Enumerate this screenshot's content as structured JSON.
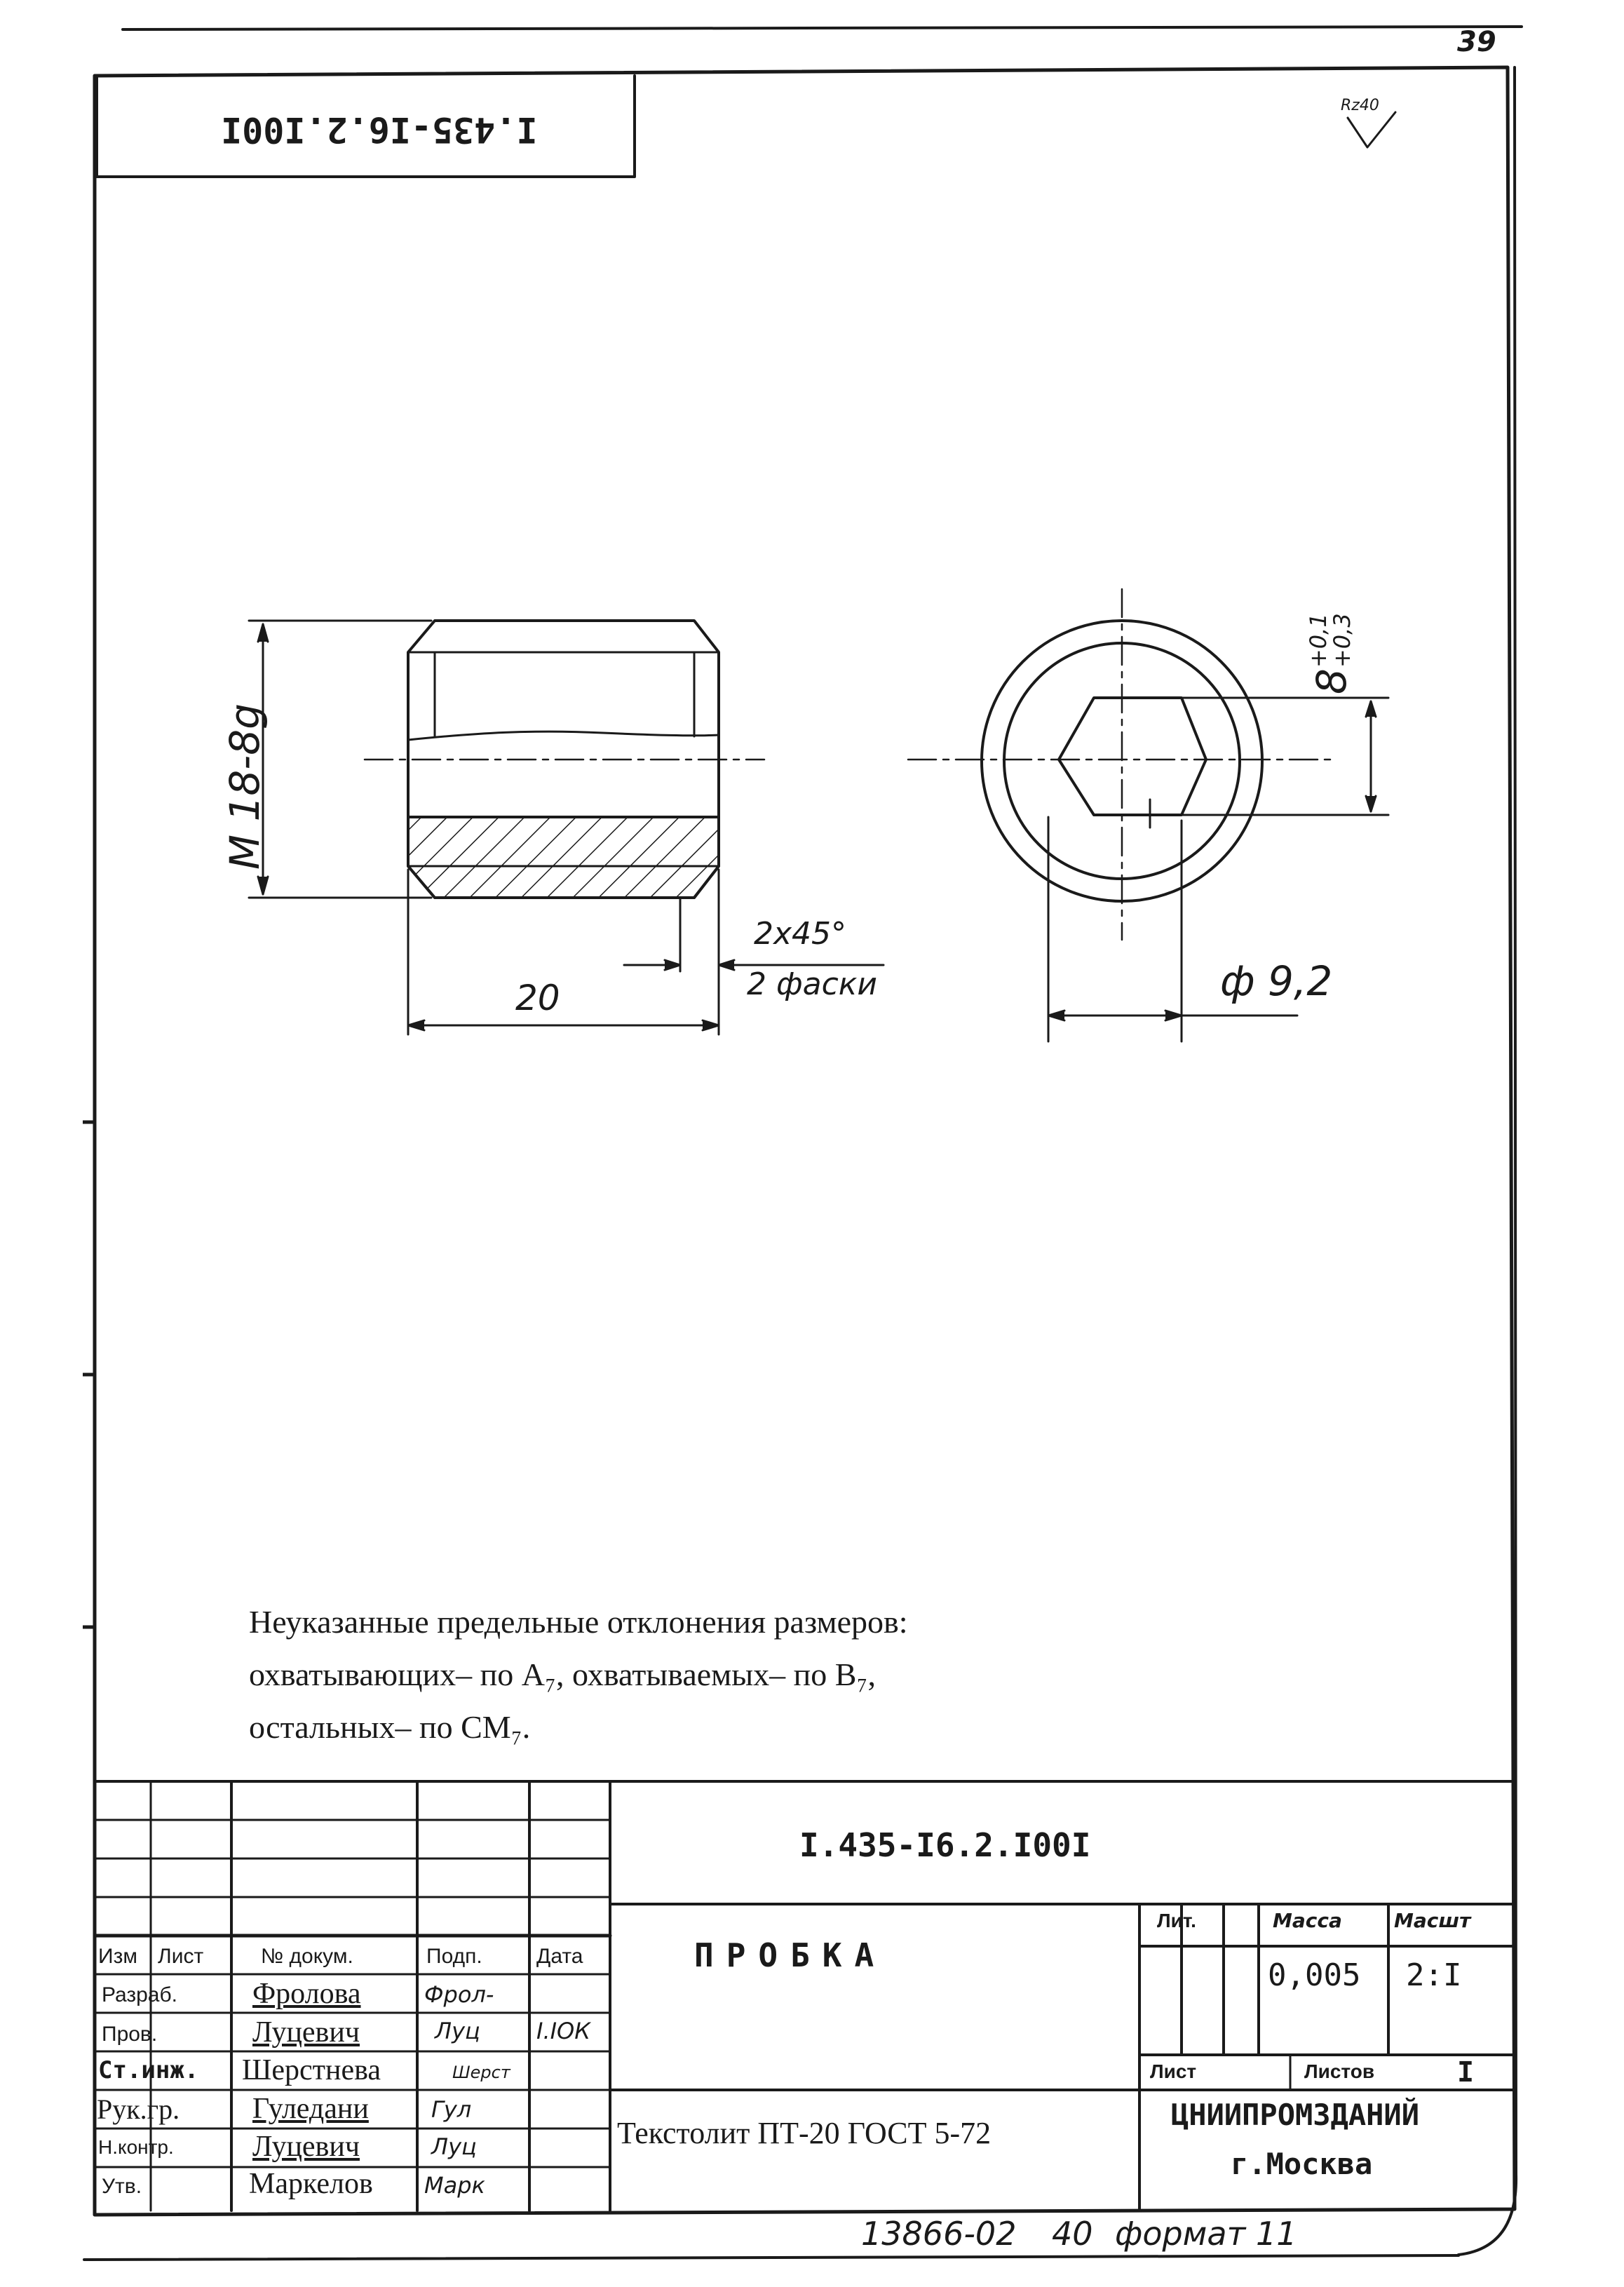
{
  "page_number": "39",
  "corner_stamp": "I.435-I6.2.I00I",
  "roughness": "Rz40",
  "dimensions": {
    "thread": "M 18-8g",
    "length": "20",
    "chamfer": "2x45°",
    "chamfer_note": "2 фаски",
    "diameter": "ф 9,2",
    "slot": "8",
    "slot_tol_upper": "+0,1",
    "slot_tol_lower": "+0,3"
  },
  "notes": {
    "line1": "Неуказанные предельные отклонения размеров:",
    "line2": "охватывающих– по А₇, охватываемых– по В₇,",
    "line3": "остальных– по СМ₇."
  },
  "title_block": {
    "designation": "I.435-I6.2.I00I",
    "name": "ПРОБКА",
    "material": "Текстолит ПТ-20 ГОСТ 5-72",
    "organization_line1": "ЦНИИПРОМЗДАНИЙ",
    "organization_line2": "г.Москва",
    "lit_label": "Лит.",
    "mass_label": "Масса",
    "scale_label": "Масшт",
    "mass_value": "0,005",
    "scale_value": "2:I",
    "sheet_label": "Лист",
    "sheets_label": "Листов",
    "sheets_value": "I",
    "headers": {
      "izm": "Изм",
      "list": "Лист",
      "doc": "№ докум.",
      "sign": "Подп.",
      "date": "Дата"
    },
    "rows": [
      {
        "role": "Разраб.",
        "name": "Фролова",
        "sign": "Фрол-",
        "date": ""
      },
      {
        "role": "Пров.",
        "name": "Луцевич",
        "sign": "Луц",
        "date": "I.IOК"
      },
      {
        "role": "Ст.инж.",
        "name": "Шерстнева",
        "sign": "Шерст",
        "date": ""
      },
      {
        "role": "Рук.гр.",
        "name": "Гуледани",
        "sign": "Гул",
        "date": ""
      },
      {
        "role": "Н.контр.",
        "name": "Луцевич",
        "sign": "Луц",
        "date": ""
      },
      {
        "role": "Утв.",
        "name": "Маркелов",
        "sign": "Марк",
        "date": ""
      }
    ]
  },
  "footer": {
    "inventory": "13866-02",
    "sheet": "40",
    "format": "формат 11"
  }
}
